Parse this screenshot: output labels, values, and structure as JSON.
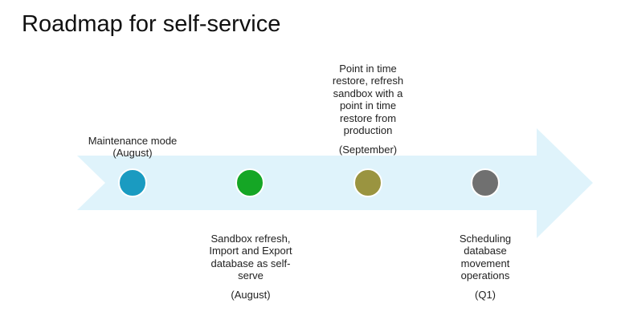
{
  "title": "Roadmap for self-service",
  "colors": {
    "arrow_fill": "#dff3fb",
    "milestone_1": "#1a9bc1",
    "milestone_2": "#15a625",
    "milestone_3": "#9a9440",
    "milestone_4": "#707070"
  },
  "milestones": [
    {
      "text": "Maintenance mode",
      "when": "(August)",
      "position": "above"
    },
    {
      "text": "Sandbox refresh,\nImport and Export\ndatabase as self-\nserve",
      "when": "(August)",
      "position": "below"
    },
    {
      "text": "Point in time\nrestore, refresh\nsandbox with a\npoint in time\nrestore from\nproduction",
      "when": "(September)",
      "position": "above"
    },
    {
      "text": "Scheduling\ndatabase\nmovement\noperations",
      "when": "(Q1)",
      "position": "below"
    }
  ]
}
